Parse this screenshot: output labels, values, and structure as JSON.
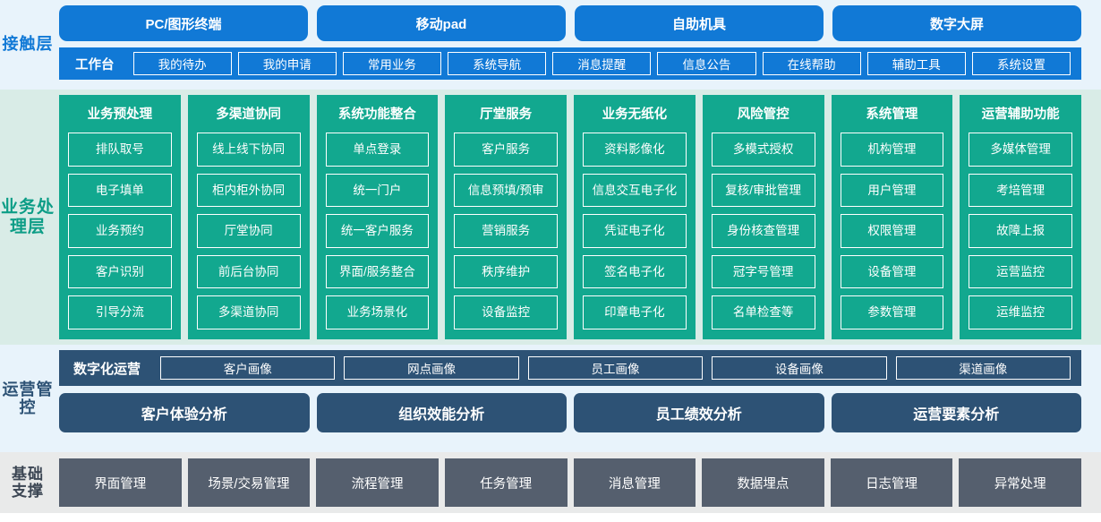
{
  "layers": {
    "contact": {
      "label": "接触层",
      "accent": "#1179d6",
      "background": "#e8f3fb",
      "channels": [
        "PC/图形终端",
        "移动pad",
        "自助机具",
        "数字大屏"
      ],
      "workbench_label": "工作台",
      "workbench_items": [
        "我的待办",
        "我的申请",
        "常用业务",
        "系统导航",
        "消息提醒",
        "信息公告",
        "在线帮助",
        "辅助工具",
        "系统设置"
      ]
    },
    "business": {
      "label": "业务处理层",
      "accent": "#12a88f",
      "background": "#d9ece7",
      "columns": [
        {
          "title": "业务预处理",
          "items": [
            "排队取号",
            "电子填单",
            "业务预约",
            "客户识别",
            "引导分流"
          ]
        },
        {
          "title": "多渠道协同",
          "items": [
            "线上线下协同",
            "柜内柜外协同",
            "厅堂协同",
            "前后台协同",
            "多渠道协同"
          ]
        },
        {
          "title": "系统功能整合",
          "items": [
            "单点登录",
            "统一门户",
            "统一客户服务",
            "界面/服务整合",
            "业务场景化"
          ]
        },
        {
          "title": "厅堂服务",
          "items": [
            "客户服务",
            "信息预填/预审",
            "营销服务",
            "秩序维护",
            "设备监控"
          ]
        },
        {
          "title": "业务无纸化",
          "items": [
            "资料影像化",
            "信息交互电子化",
            "凭证电子化",
            "签名电子化",
            "印章电子化"
          ]
        },
        {
          "title": "风险管控",
          "items": [
            "多模式授权",
            "复核/审批管理",
            "身份核查管理",
            "冠字号管理",
            "名单检查等"
          ]
        },
        {
          "title": "系统管理",
          "items": [
            "机构管理",
            "用户管理",
            "权限管理",
            "设备管理",
            "参数管理"
          ]
        },
        {
          "title": "运营辅助功能",
          "items": [
            "多媒体管理",
            "考培管理",
            "故障上报",
            "运营监控",
            "运维监控"
          ]
        }
      ]
    },
    "operations": {
      "label": "运营管控",
      "accent": "#2d5275",
      "background": "#e8f3fb",
      "digital_ops_label": "数字化运营",
      "portraits": [
        "客户画像",
        "网点画像",
        "员工画像",
        "设备画像",
        "渠道画像"
      ],
      "analyses": [
        "客户体验分析",
        "组织效能分析",
        "员工绩效分析",
        "运营要素分析"
      ]
    },
    "foundation": {
      "label_line1": "基础",
      "label_line2": "支撑",
      "accent": "#555f6e",
      "background": "#e9eaea",
      "items": [
        "界面管理",
        "场景/交易管理",
        "流程管理",
        "任务管理",
        "消息管理",
        "数据埋点",
        "日志管理",
        "异常处理"
      ]
    }
  }
}
